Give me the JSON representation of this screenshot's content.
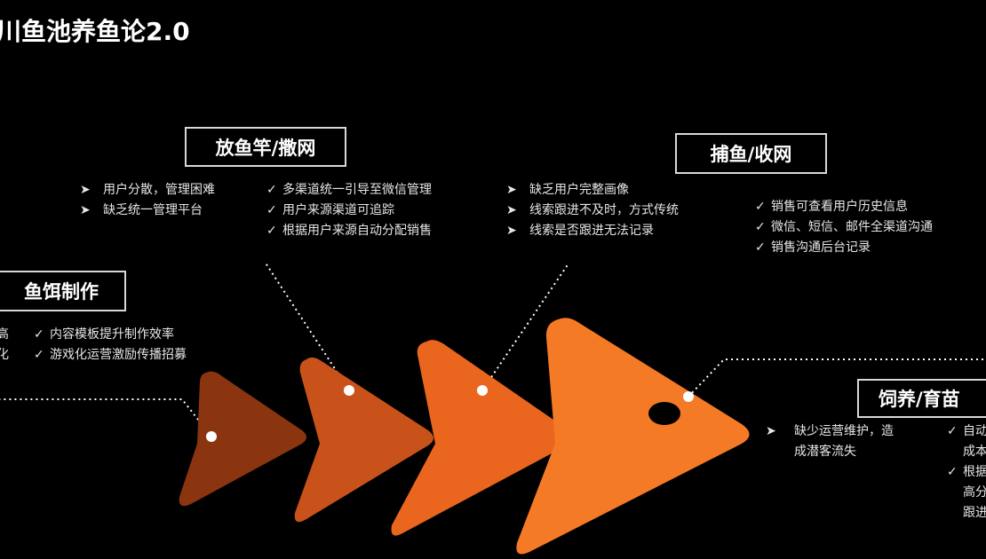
{
  "title": "川鱼池养鱼论2.0",
  "stages": [
    {
      "label": "鱼饵制作",
      "problems": [
        "高",
        "化"
      ],
      "solutions": [
        "内容模板提升制作效率",
        "游戏化运营激励传播招募"
      ]
    },
    {
      "label": "放鱼竿/撒网",
      "problems": [
        "用户分散，管理困难",
        "缺乏统一管理平台"
      ],
      "solutions": [
        "多渠道统一引导至微信管理",
        "用户来源渠道可追踪",
        "根据用户来源自动分配销售"
      ]
    },
    {
      "label": "捕鱼/收网",
      "problems": [
        "缺乏用户完整画像",
        "线索跟进不及时，方式传统",
        "线索是否跟进无法记录"
      ],
      "solutions": [
        "销售可查看用户历史信息",
        "微信、短信、邮件全渠道沟通",
        "销售沟通后台记录"
      ]
    },
    {
      "label": "饲养/育苗",
      "problems": [
        "缺少运营维护，造",
        "成潜客流失"
      ],
      "solutions": [
        "自动",
        "成本",
        "根据",
        "高分",
        "跟进"
      ]
    }
  ],
  "colors": {
    "s1": "#8a3510",
    "s2": "#c9521a",
    "s3": "#ea661e",
    "s4": "#f57a26"
  }
}
